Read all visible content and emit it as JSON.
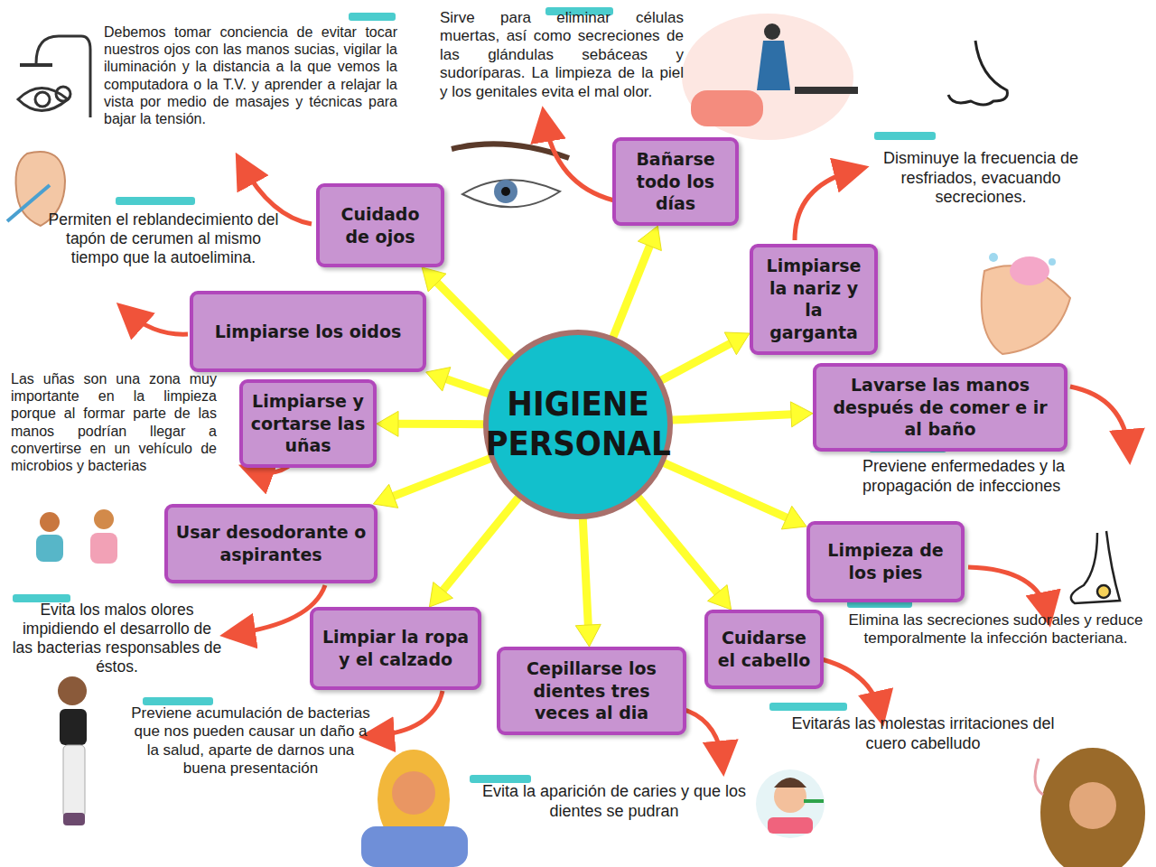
{
  "diagram": {
    "nodes": [
      {
        "text": [
          "HIGIENE PERSONAL"
        ]
      },
      {
        "text": [
          "Cuidado de ojos"
        ]
      },
      {
        "text": [
          "Bañarse todo los días"
        ]
      },
      {
        "text": [
          "Limpiarse la nariz y la garganta"
        ]
      },
      {
        "text": [
          "Limpiarse los oidos"
        ]
      },
      {
        "text": [
          "Lavarse las manos después de comer e ir al baño"
        ]
      },
      {
        "text": [
          "Limpiarse y cortarse las uñas"
        ]
      },
      {
        "text": [
          "Usar desodorante o aspirantes"
        ]
      },
      {
        "text": [
          "Limpieza de los pies"
        ]
      },
      {
        "text": [
          "Limpiar la ropa y el calzado"
        ]
      },
      {
        "text": [
          "Cuidarse el cabello"
        ]
      },
      {
        "text": [
          "Cepillarse los dientes tres veces al dia"
        ]
      }
    ],
    "edges": [
      {
        "from": 0,
        "to": 1,
        "arrow": "to"
      },
      {
        "from": 0,
        "to": 2,
        "arrow": "to"
      },
      {
        "from": 0,
        "to": 3,
        "arrow": "to"
      },
      {
        "from": 0,
        "to": 4,
        "arrow": "to"
      },
      {
        "from": 0,
        "to": 5,
        "arrow": "to"
      },
      {
        "from": 0,
        "to": 6,
        "arrow": "to"
      },
      {
        "from": 0,
        "to": 7,
        "arrow": "to"
      },
      {
        "from": 0,
        "to": 8,
        "arrow": "to"
      },
      {
        "from": 0,
        "to": 9,
        "arrow": "to"
      },
      {
        "from": 0,
        "to": 10,
        "arrow": "to"
      },
      {
        "from": 0,
        "to": 11,
        "arrow": "to"
      }
    ],
    "labels": [
      "Debemos tomar conciencia de evitar tocar nuestros ojos con las manos sucias, vigilar la iluminación y la distancia a la que vemos la computadora o la T.V. y aprender a relajar la vista por medio de masajes y técnicas para bajar la tensión.",
      "Sirve para eliminar células muertas, así como secreciones de las glándulas sebáceas y sudoríparas. La limpieza de la piel y los genitales evita el mal olor.",
      "Disminuye la frecuencia de resfriados, evacuando secreciones.",
      "Permiten el reblandecimiento del tapón de cerumen al mismo tiempo que la autoelimina.",
      "Previene enfermedades y la propagación de infecciones",
      "Las uñas son una zona muy importante en la limpieza porque al formar parte de las manos podrían llegar a convertirse en un vehículo de microbios y bacterias",
      "Evita los malos olores impidiendo el desarrollo de las bacterias responsables de éstos.",
      "Elimina las secreciones sudorales y reduce temporalmente la infección bacteriana.",
      "Previene acumulación de bacterias que nos pueden causar un daño a la salud, aparte de darnos una buena presentación",
      "Evitarás las molestas irritaciones del cuero cabelludo",
      "Evita la aparición de caries y que los dientes se pudran"
    ]
  }
}
